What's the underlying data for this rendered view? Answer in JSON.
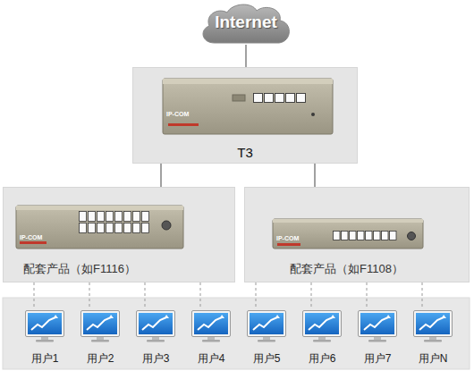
{
  "diagram": {
    "nodes": [
      {
        "text": [
          "Internet"
        ]
      },
      {
        "text": [
          "T3"
        ]
      },
      {
        "text": [
          "配套产品（如F1116）"
        ]
      },
      {
        "text": [
          "配套产品（如F1108）"
        ]
      },
      {
        "text": [
          "用户1"
        ]
      },
      {
        "text": [
          "用户2"
        ]
      },
      {
        "text": [
          "用户3"
        ]
      },
      {
        "text": [
          "用户4"
        ]
      },
      {
        "text": [
          "用户5"
        ]
      },
      {
        "text": [
          "用户6"
        ]
      },
      {
        "text": [
          "用户7"
        ]
      },
      {
        "text": [
          "用户N"
        ]
      }
    ],
    "edges": [
      {
        "from": 0,
        "to": 1,
        "arrow": "none"
      },
      {
        "from": 1,
        "to": 2,
        "arrow": "none"
      },
      {
        "from": 1,
        "to": 3,
        "arrow": "none"
      },
      {
        "from": 2,
        "to": 4,
        "arrow": "none"
      },
      {
        "from": 2,
        "to": 5,
        "arrow": "none"
      },
      {
        "from": 2,
        "to": 6,
        "arrow": "none"
      },
      {
        "from": 2,
        "to": 7,
        "arrow": "none"
      },
      {
        "from": 3,
        "to": 8,
        "arrow": "none"
      },
      {
        "from": 3,
        "to": 9,
        "arrow": "none"
      },
      {
        "from": 3,
        "to": 10,
        "arrow": "none"
      },
      {
        "from": 3,
        "to": 11,
        "arrow": "none"
      }
    ],
    "labels": [
      "IP-COM",
      "IP-COM",
      "IP-COM"
    ]
  }
}
